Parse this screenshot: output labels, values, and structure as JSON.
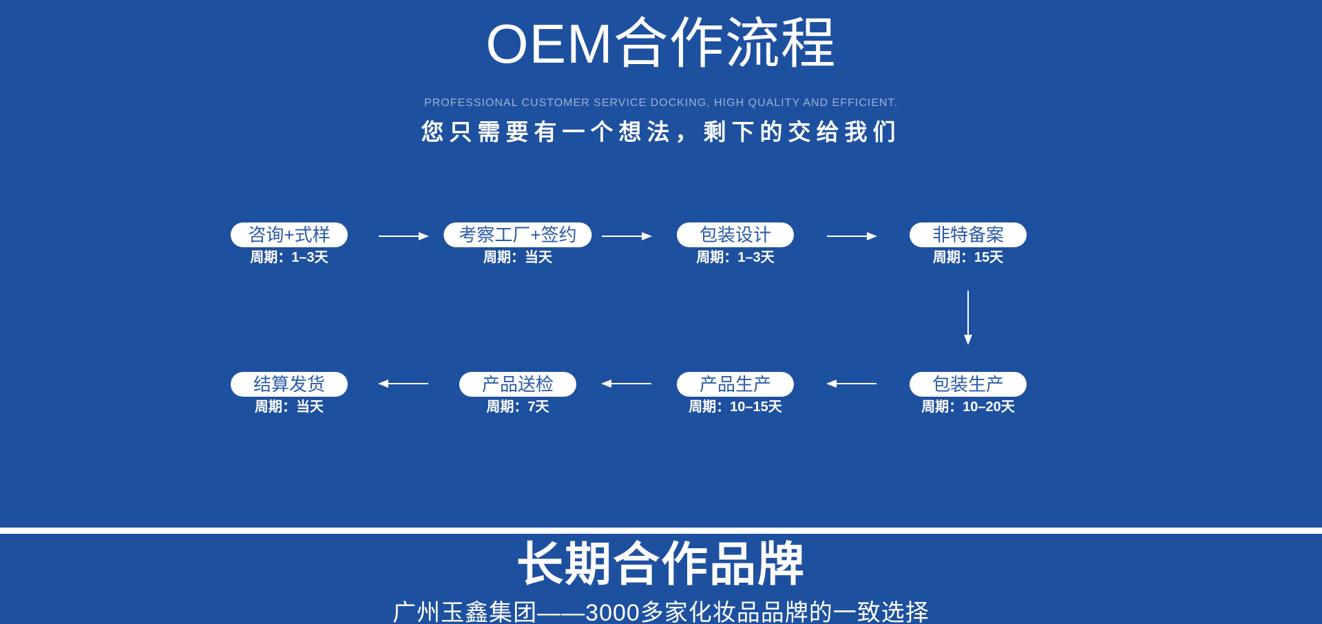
{
  "colors": {
    "background": "#1e50a0",
    "pill_background": "#ffffff",
    "pill_text": "#2b5aa9",
    "divider": "#ffffff",
    "text": "#ffffff"
  },
  "header": {
    "title": "OEM合作流程",
    "subtitle_en": "PROFESSIONAL CUSTOMER SERVICE DOCKING, HIGH QUALITY AND EFFICIENT.",
    "subtitle_cn": "您只需要有一个想法，剩下的交给我们"
  },
  "flow": {
    "row1": [
      {
        "label": "咨询+式样",
        "period": "周期：1–3天"
      },
      {
        "label": "考察工厂+签约",
        "period": "周期：当天"
      },
      {
        "label": "包装设计",
        "period": "周期：1–3天"
      },
      {
        "label": "非特备案",
        "period": "周期：15天"
      }
    ],
    "row2": [
      {
        "label": "结算发货",
        "period": "周期：当天"
      },
      {
        "label": "产品送检",
        "period": "周期：7天"
      },
      {
        "label": "产品生产",
        "period": "周期：10–15天"
      },
      {
        "label": "包装生产",
        "period": "周期：10–20天"
      }
    ]
  },
  "footer": {
    "title": "长期合作品牌",
    "subtitle": "广州玉鑫集团——3000多家化妆品品牌的一致选择"
  }
}
